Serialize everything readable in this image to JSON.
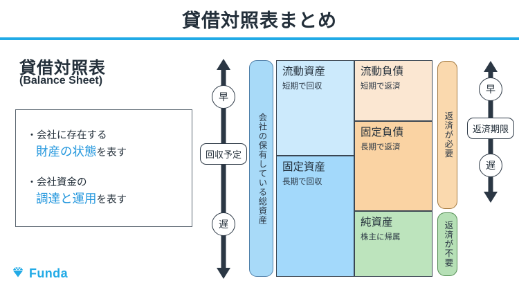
{
  "header": {
    "title": "貸借対照表まとめ",
    "rule_color": "#21aae6"
  },
  "left_panel": {
    "heading": "貸借対照表",
    "subheading": "(Balance Sheet)",
    "bullets": [
      {
        "marker": "・",
        "lead": "会社に存在する",
        "highlight": "財産の状態",
        "tail": "を表す"
      },
      {
        "marker": "・",
        "lead": "会社資金の",
        "highlight": "調達と運用",
        "tail": "を表す"
      }
    ],
    "highlight_color": "#2196dd"
  },
  "left_arrow": {
    "top_label": "早",
    "middle_label": "回収予定",
    "bottom_label": "遅"
  },
  "right_arrow": {
    "top_label": "早",
    "middle_label": "返済期限",
    "bottom_label": "遅"
  },
  "bars": {
    "total_assets": {
      "label": "会社の保有している総資産",
      "color": "#a8daf8"
    },
    "must_repay": {
      "label": "返済が必要",
      "color": "#fad9ae"
    },
    "no_repay": {
      "label": "返済が不要",
      "color": "#b6e0b6"
    }
  },
  "balance_sheet": {
    "assets": [
      {
        "title": "流動資産",
        "sub": "短期で回収",
        "color": "#cceafc"
      },
      {
        "title": "固定資産",
        "sub": "長期で回収",
        "color": "#a3d9fb"
      }
    ],
    "liabilities_equity": [
      {
        "title": "流動負債",
        "sub": "短期で返済",
        "color": "#fbe7d2"
      },
      {
        "title": "固定負債",
        "sub": "長期で返済",
        "color": "#fad3a3"
      },
      {
        "title": "純資産",
        "sub": "株主に帰属",
        "color": "#bde4bd"
      }
    ]
  },
  "logo": {
    "text": "Funda",
    "color": "#21aae6"
  }
}
